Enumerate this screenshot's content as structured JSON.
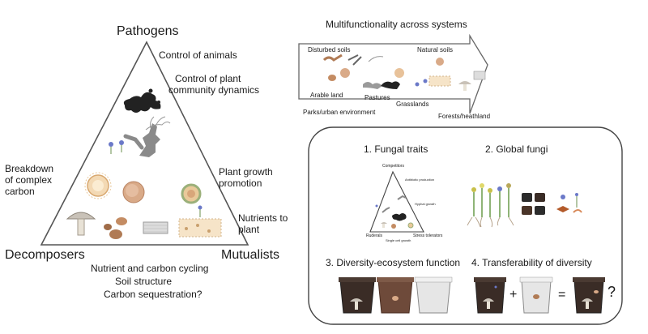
{
  "triangle": {
    "vertices": {
      "top": "Pathogens",
      "left": "Decomposers",
      "right": "Mutualists"
    },
    "functions": {
      "control_animals": "Control of animals",
      "control_plant_line1": "Control of plant",
      "control_plant_line2": "community dynamics",
      "breakdown_line1": "Breakdown",
      "breakdown_line2": "of complex",
      "breakdown_line3": "carbon",
      "growth_line1": "Plant growth",
      "growth_line2": "promotion",
      "nutrients_line1": "Nutrients to",
      "nutrients_line2": "plant"
    },
    "bottom_text": [
      "Nutrient and carbon cycling",
      "Soil structure",
      "Carbon sequestration?"
    ]
  },
  "multifunctionality": {
    "title": "Multifunctionality across systems",
    "labels": {
      "disturbed": "Disturbed soils",
      "natural": "Natural soils",
      "arable": "Arable land",
      "pastures": "Pastures",
      "grasslands": "Grasslands",
      "parks": "Parks/urban environment",
      "forests": "Forests/heathland"
    }
  },
  "panel": {
    "fungal_traits": {
      "title": "1. Fungal traits",
      "labels": {
        "competitors": "Competitors",
        "antibiotic": "Antibiotic production",
        "hyphal": "Hyphal growth",
        "ruderals": "Ruderals",
        "stress": "Stress tolerators",
        "single_cell": "Single cell growth"
      }
    },
    "global_fungi": {
      "title": "2. Global fungi"
    },
    "diversity": {
      "title": "3. Diversity-ecosystem function"
    },
    "transferability": {
      "title": "4. Transferability of diversity",
      "plus": "+",
      "equals": "=",
      "question": "?"
    }
  },
  "colors": {
    "soil_dark": "#3a2c26",
    "soil_mid": "#6e4a3a",
    "pot_light": "#e6e6e6",
    "fungus_dark": "#2b2b2b",
    "outline": "#555555"
  }
}
